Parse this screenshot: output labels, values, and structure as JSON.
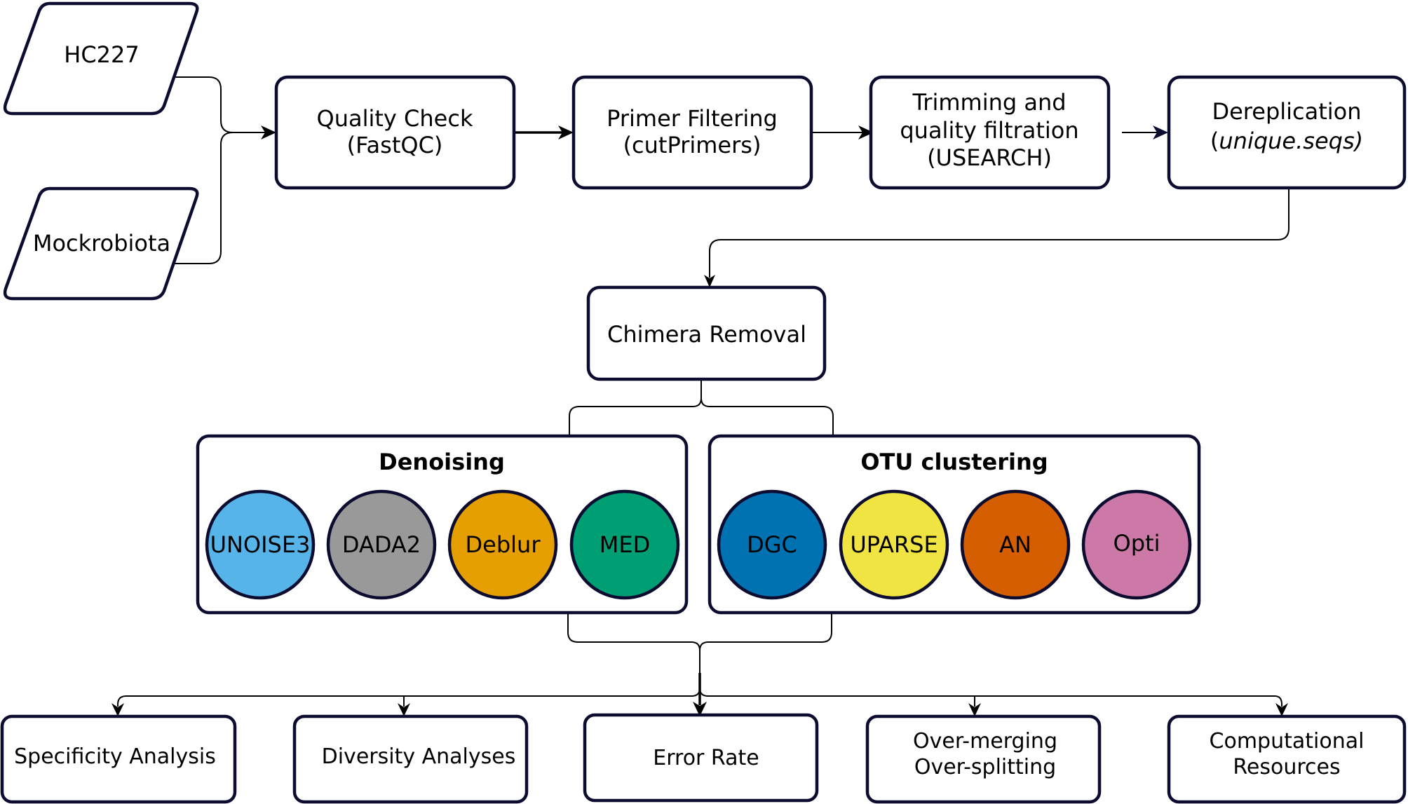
{
  "inputs": {
    "hc227": "HC227",
    "mockrobiota": "Mockrobiota"
  },
  "pipeline": {
    "quality_check": [
      "Quality Check",
      "(FastQC)"
    ],
    "primer_filtering": [
      "Primer Filtering",
      "(cutPrimers)"
    ],
    "trimming": [
      "Trimming and",
      "quality filtration",
      "(USEARCH)"
    ],
    "dereplication": [
      "Dereplication",
      "unique.seqs)"
    ],
    "dereplication_prefix": "(",
    "chimera_removal": "Chimera Removal"
  },
  "denoising": {
    "title": "Denoising",
    "methods": [
      {
        "label": "UNOISE3",
        "color": "#56b4e9"
      },
      {
        "label": "DADA2",
        "color": "#999999"
      },
      {
        "label": "Deblur",
        "color": "#e69f00"
      },
      {
        "label": "MED",
        "color": "#009e73"
      }
    ]
  },
  "otu_clustering": {
    "title": "OTU clustering",
    "methods": [
      {
        "label": "DGC",
        "color": "#0072b2"
      },
      {
        "label": "UPARSE",
        "color": "#f0e442"
      },
      {
        "label": "AN",
        "color": "#d55e00"
      },
      {
        "label": "Opti",
        "color": "#cc79a7"
      }
    ]
  },
  "outputs": {
    "specificity": "Specificity Analysis",
    "diversity": "Diversity Analyses",
    "error_rate": "Error Rate",
    "merging": [
      "Over-merging",
      "Over-splitting"
    ],
    "resources": [
      "Computational",
      "Resources"
    ]
  }
}
